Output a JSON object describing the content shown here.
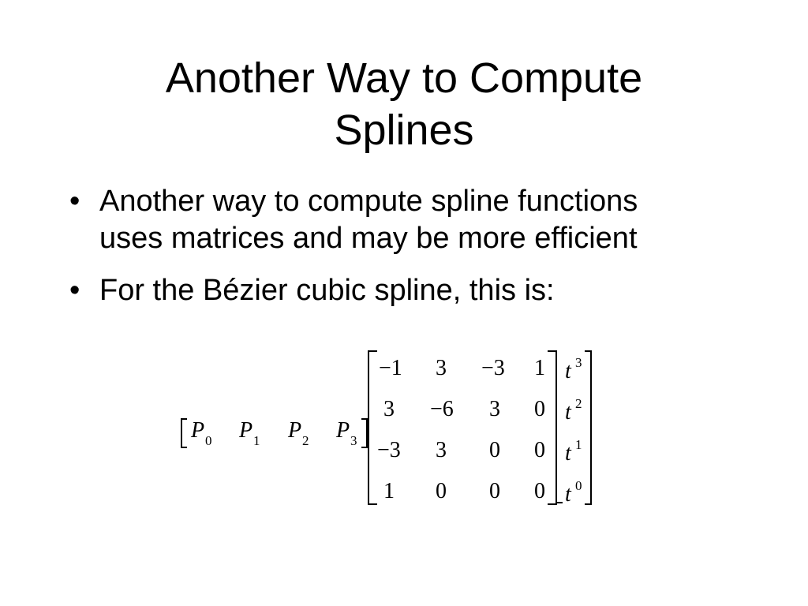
{
  "slide": {
    "title_line1": "Another Way to Compute",
    "title_line2": "Splines",
    "bullets": [
      {
        "marker": "•",
        "line1": "Another way to compute spline functions",
        "line2": "uses matrices and may be more efficient"
      },
      {
        "marker": "•",
        "line1": "For the Bézier cubic spline, this is:"
      }
    ]
  },
  "equation": {
    "row_vector": {
      "symbol": "P",
      "subscripts": [
        "0",
        "1",
        "2",
        "3"
      ]
    },
    "matrix": [
      [
        "−1",
        "3",
        "−3",
        "1"
      ],
      [
        "3",
        "−6",
        "3",
        "0"
      ],
      [
        "−3",
        "3",
        "0",
        "0"
      ],
      [
        "1",
        "0",
        "0",
        "0"
      ]
    ],
    "column_vector": {
      "symbol": "t",
      "exponents": [
        "3",
        "2",
        "1",
        "0"
      ]
    }
  }
}
